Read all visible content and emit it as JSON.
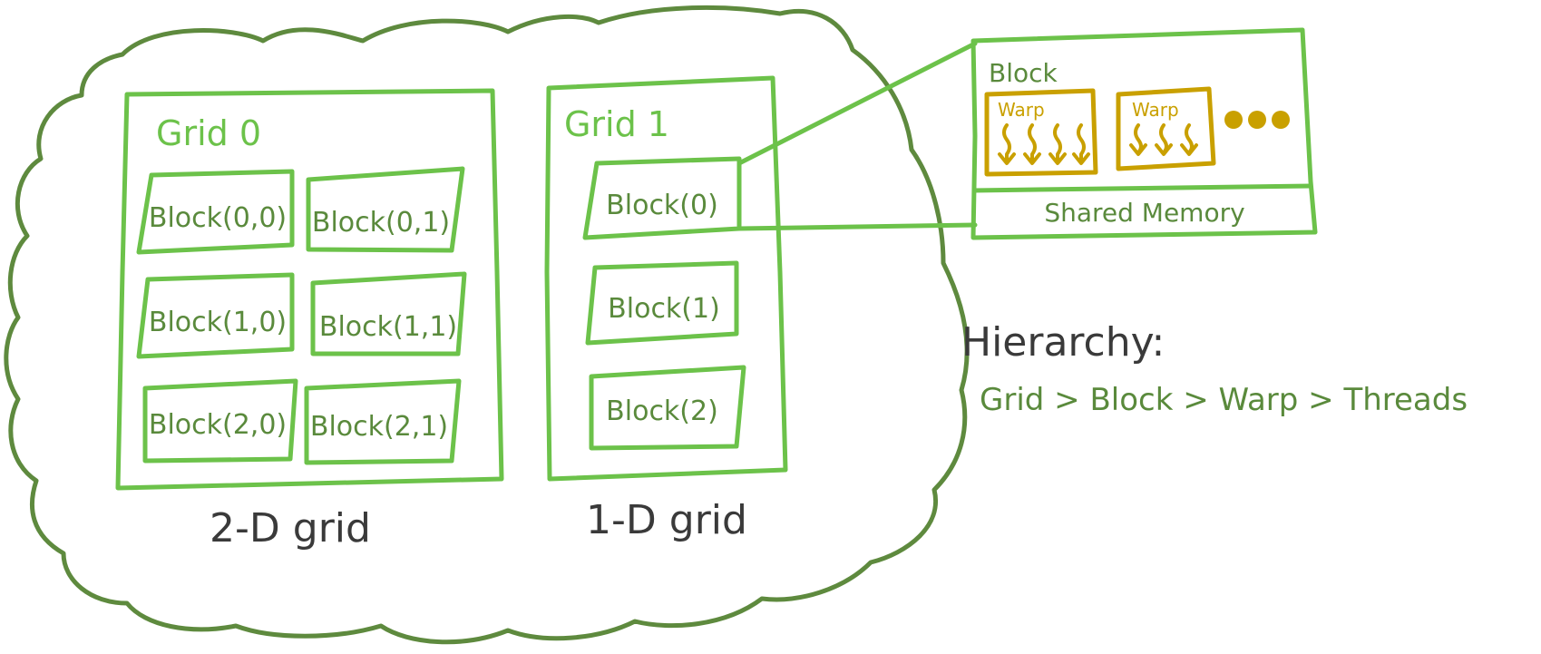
{
  "diagram": {
    "grid0": {
      "title": "Grid 0",
      "caption": "2-D grid",
      "blocks": [
        "Block(0,0)",
        "Block(0,1)",
        "Block(1,0)",
        "Block(1,1)",
        "Block(2,0)",
        "Block(2,1)"
      ]
    },
    "grid1": {
      "title": "Grid 1",
      "caption": "1-D grid",
      "blocks": [
        "Block(0)",
        "Block(1)",
        "Block(2)"
      ]
    },
    "block_detail": {
      "title": "Block",
      "warps": [
        "Warp",
        "Warp"
      ],
      "shared_memory": "Shared Memory"
    },
    "hierarchy": {
      "heading": "Hierarchy:",
      "text": "Grid > Block > Warp > Threads"
    },
    "colors": {
      "outline": "#5e8a3e",
      "grid": "#6cc24a",
      "label": "#5a8a3c",
      "warp": "#c9a000",
      "dark_text": "#3a3a3a"
    }
  }
}
